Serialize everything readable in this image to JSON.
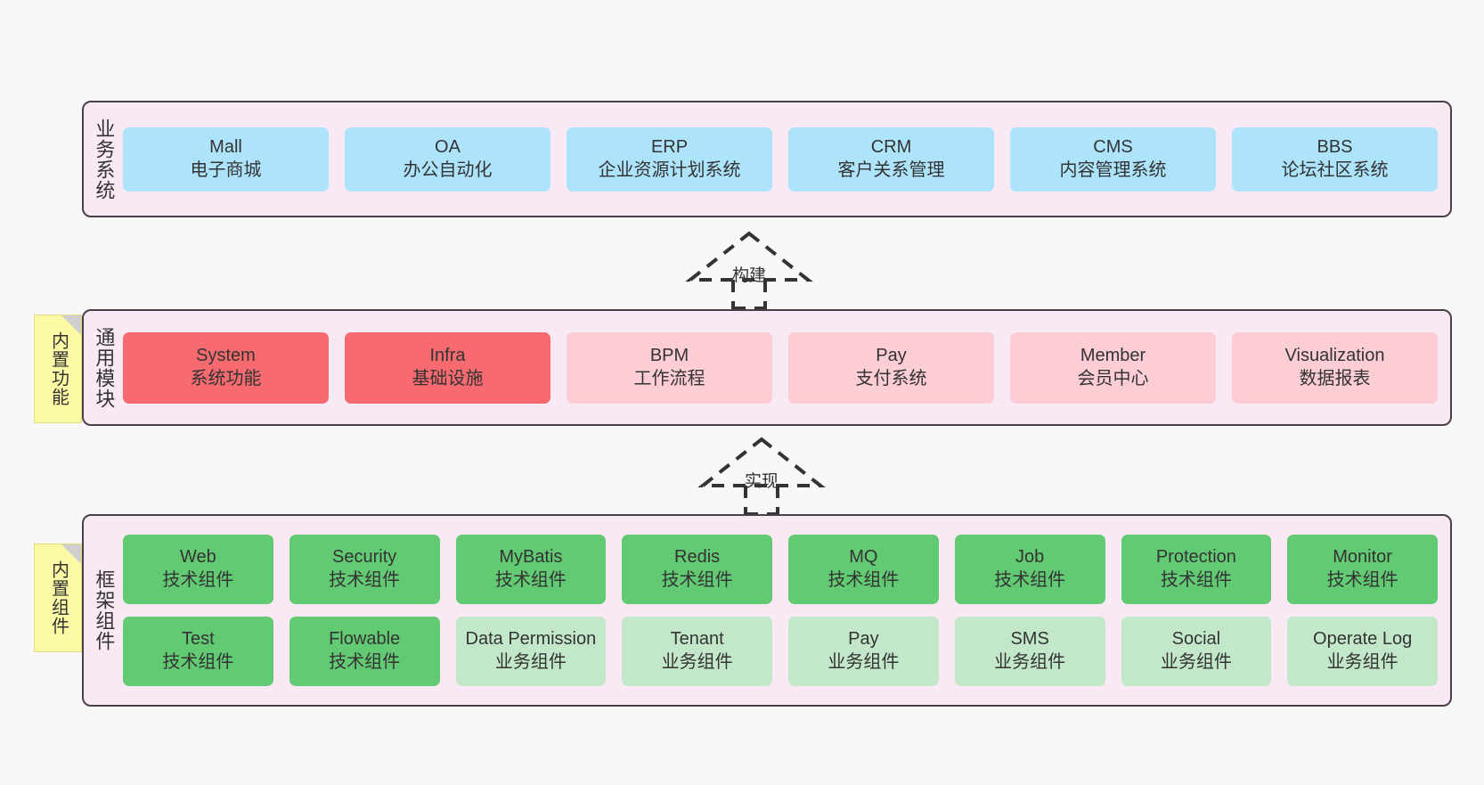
{
  "diagram": {
    "background_color": "#f8f8f8",
    "panel_background": "#f8e9f4",
    "panel_border": "#4a3f4d"
  },
  "notes": [
    {
      "id": "builtin-functions",
      "label": "内置功能",
      "color": "#fdfaa6"
    },
    {
      "id": "builtin-components",
      "label": "内置组件",
      "color": "#fdfaa6"
    }
  ],
  "connectors": [
    {
      "id": "build",
      "label": "构建",
      "style": "dashed-generalization",
      "direction": "up"
    },
    {
      "id": "implement",
      "label": "实现",
      "style": "dashed-generalization",
      "direction": "up"
    }
  ],
  "layers": [
    {
      "id": "business-system",
      "title": "业务系统",
      "rows": [
        {
          "cells": [
            {
              "en": "Mall",
              "cn": "电子商城",
              "color": "#ade4fc"
            },
            {
              "en": "OA",
              "cn": "办公自动化",
              "color": "#ade4fc"
            },
            {
              "en": "ERP",
              "cn": "企业资源计划系统",
              "color": "#ade4fc"
            },
            {
              "en": "CRM",
              "cn": "客户关系管理",
              "color": "#ade4fc"
            },
            {
              "en": "CMS",
              "cn": "内容管理系统",
              "color": "#ade4fc"
            },
            {
              "en": "BBS",
              "cn": "论坛社区系统",
              "color": "#ade4fc"
            }
          ]
        }
      ]
    },
    {
      "id": "common-modules",
      "title": "通用模块",
      "rows": [
        {
          "cells": [
            {
              "en": "System",
              "cn": "系统功能",
              "color": "#f76a70"
            },
            {
              "en": "Infra",
              "cn": "基础设施",
              "color": "#f76a70"
            },
            {
              "en": "BPM",
              "cn": "工作流程",
              "color": "#fccdd4"
            },
            {
              "en": "Pay",
              "cn": "支付系统",
              "color": "#fccdd4"
            },
            {
              "en": "Member",
              "cn": "会员中心",
              "color": "#fccdd4"
            },
            {
              "en": "Visualization",
              "cn": "数据报表",
              "color": "#fccdd4"
            }
          ]
        }
      ]
    },
    {
      "id": "framework-components",
      "title": "框架组件",
      "rows": [
        {
          "cells": [
            {
              "en": "Web",
              "cn": "技术组件",
              "color": "#63ca74"
            },
            {
              "en": "Security",
              "cn": "技术组件",
              "color": "#63ca74"
            },
            {
              "en": "MyBatis",
              "cn": "技术组件",
              "color": "#63ca74"
            },
            {
              "en": "Redis",
              "cn": "技术组件",
              "color": "#63ca74"
            },
            {
              "en": "MQ",
              "cn": "技术组件",
              "color": "#63ca74"
            },
            {
              "en": "Job",
              "cn": "技术组件",
              "color": "#63ca74"
            },
            {
              "en": "Protection",
              "cn": "技术组件",
              "color": "#63ca74"
            },
            {
              "en": "Monitor",
              "cn": "技术组件",
              "color": "#63ca74"
            }
          ]
        },
        {
          "cells": [
            {
              "en": "Test",
              "cn": "技术组件",
              "color": "#63ca74"
            },
            {
              "en": "Flowable",
              "cn": "技术组件",
              "color": "#63ca74"
            },
            {
              "en": "Data Permission",
              "cn": "业务组件",
              "color": "#c3e8c9"
            },
            {
              "en": "Tenant",
              "cn": "业务组件",
              "color": "#c3e8c9"
            },
            {
              "en": "Pay",
              "cn": "业务组件",
              "color": "#c3e8c9"
            },
            {
              "en": "SMS",
              "cn": "业务组件",
              "color": "#c3e8c9"
            },
            {
              "en": "Social",
              "cn": "业务组件",
              "color": "#c3e8c9"
            },
            {
              "en": "Operate Log",
              "cn": "业务组件",
              "color": "#c3e8c9"
            }
          ]
        }
      ]
    }
  ]
}
